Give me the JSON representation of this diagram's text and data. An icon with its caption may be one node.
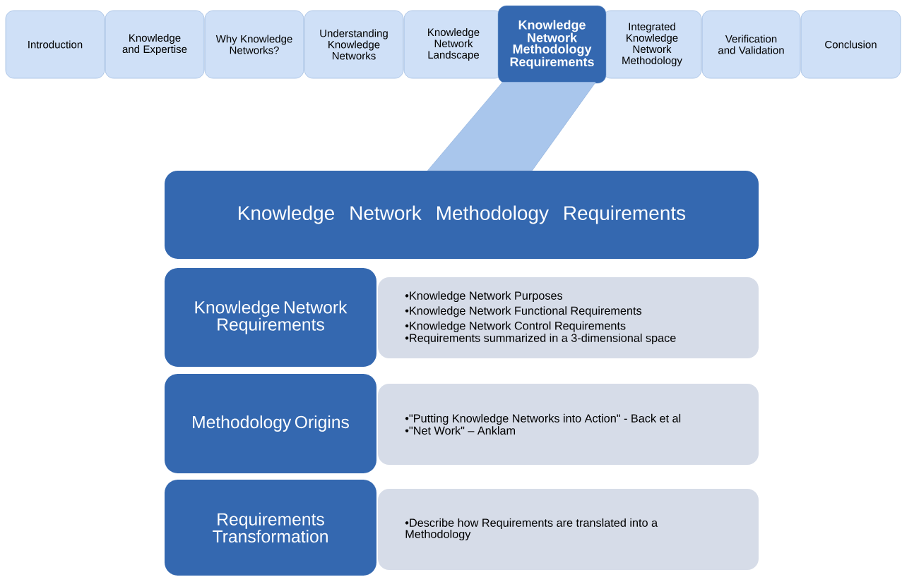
{
  "diagram": {
    "nodes": [
      {
        "text": [
          "Introduction"
        ]
      },
      {
        "text": [
          "Knowledge and Expertise"
        ]
      },
      {
        "text": [
          "Why Knowledge Networks?"
        ]
      },
      {
        "text": [
          "Understanding Knowledge Networks"
        ]
      },
      {
        "text": [
          "Knowledge Network Landscape"
        ]
      },
      {
        "text": [
          "Knowledge Network Methodology Requirements"
        ]
      },
      {
        "text": [
          "Integrated Knowledge Network Methodology"
        ]
      },
      {
        "text": [
          "Verification and Validation"
        ]
      },
      {
        "text": [
          "Conclusion"
        ]
      },
      {
        "text": [
          "Knowledge Network Methodology Requirements"
        ]
      },
      {
        "text": [
          "Knowledge Network Requirements"
        ]
      },
      {
        "text": [
          "•Knowledge Network  Purposes",
          "•Knowledge Network Functional Requirements",
          "•Knowledge Network Control Requirements",
          "•Requirements summarized in a 3-dimensional space"
        ]
      },
      {
        "text": [
          "Methodology Origins"
        ]
      },
      {
        "text": [
          "•\"Putting Knowledge Networks into Action\" - Back et al",
          "•\"Net Work\" – Anklam"
        ]
      },
      {
        "text": [
          "Requirements Transformation"
        ]
      },
      {
        "text": [
          "•Describe how Requirements are translated into a Methodology"
        ]
      }
    ],
    "edges": [
      {
        "from": 5,
        "to": 9,
        "arrow": "none"
      }
    ]
  }
}
